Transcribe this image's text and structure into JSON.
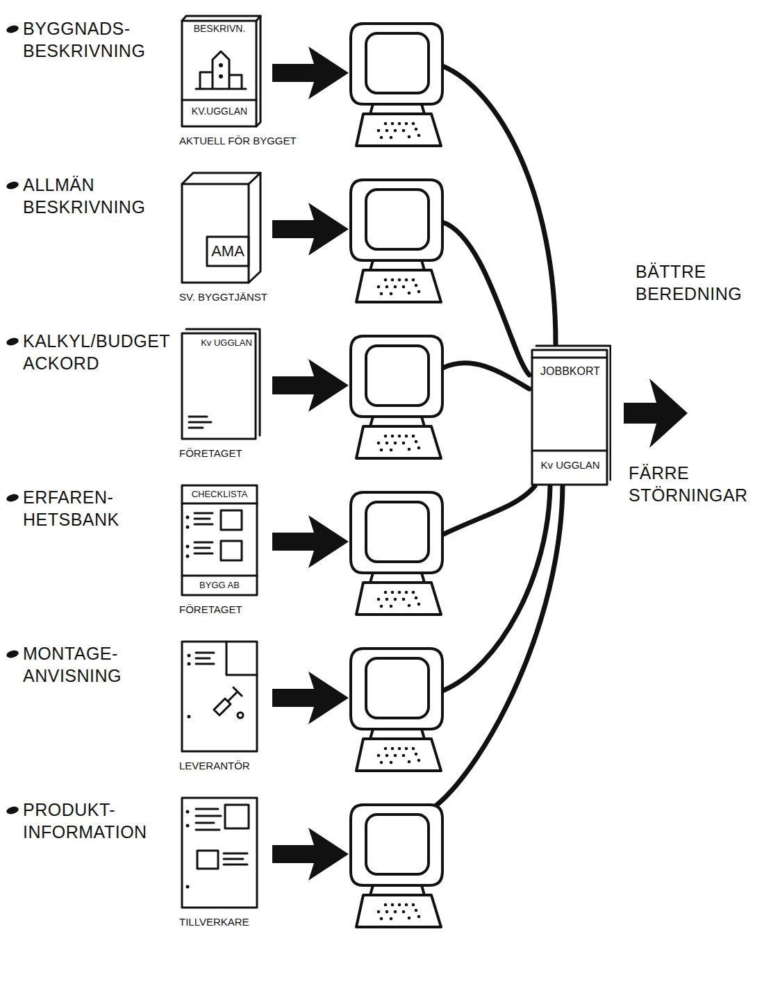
{
  "diagram": {
    "nodes": [
      {
        "text": [
          "BESKRIVN.",
          "KV.UGGLAN",
          "AKTUELL FÖR BYGGET"
        ]
      },
      {
        "text": [
          "AMA",
          "SV. BYGGTJÄNST"
        ]
      },
      {
        "text": [
          "Kv UGGLAN",
          "FÖRETAGET"
        ]
      },
      {
        "text": [
          "CHECKLISTA",
          "BYGG AB",
          "FÖRETAGET"
        ]
      },
      {
        "text": [
          "LEVERANTÖR"
        ]
      },
      {
        "text": [
          "TILLVERKARE"
        ]
      },
      {
        "text": [
          "JOBBKORT",
          "Kv UGGLAN"
        ]
      }
    ],
    "labels": [
      "BYGGNADS- BESKRIVNING",
      "ALLMÄN BESKRIVNING",
      "KALKYL/BUDGET ACKORD",
      "ERFAREN- HETSBANK",
      "MONTAGE- ANVISNING",
      "PRODUKT- INFORMATION",
      "BÄTTRE BEREDNING",
      "FÄRRE STÖRNINGAR"
    ]
  }
}
